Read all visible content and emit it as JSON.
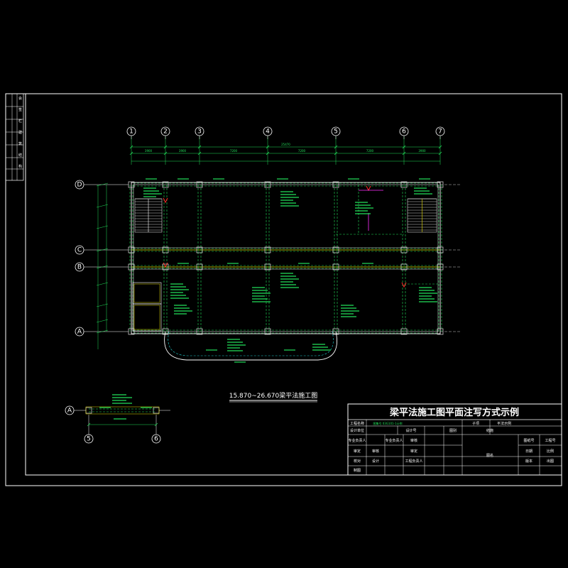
{
  "drawing": {
    "plan_title": "15.870~26.670梁平法施工图",
    "sub_title": "",
    "grid_axes_columns": [
      "1",
      "2",
      "3",
      "4",
      "5",
      "6",
      "7"
    ],
    "grid_axes_rows": [
      "D",
      "C",
      "B",
      "A"
    ],
    "detail_axes_columns": [
      "5",
      "6"
    ],
    "detail_axes_rows": [
      "A"
    ],
    "overall_dim": "25470",
    "span_dims": [
      "3900",
      "3900",
      "7200",
      "7200",
      "7200",
      "3900"
    ],
    "colors": {
      "background": "#000000",
      "lines": "#ffffff",
      "beam": "#22e05a",
      "dim": "#22e05a",
      "column": "#c8c8c8",
      "highlight": "#ff2a2a",
      "accent": "#ff30ff",
      "yellow": "#e8e000",
      "cyan": "#20d0d0"
    }
  },
  "title_block": {
    "main_title": "梁平法施工图平面注写方式示例",
    "row1": [
      "工程名称",
      "图集号 03G101-1示例",
      "子项",
      "平法示例"
    ],
    "row2": [
      "设计单位",
      "设计号",
      "图别",
      "结施"
    ],
    "left_cells": [
      "专业负责人",
      "专业负责人",
      "审核",
      "审定",
      "审核",
      "审定",
      "校对",
      "设计",
      "工程负责人",
      "制图"
    ],
    "right_cells": [
      "图纸号",
      "工程号",
      "日期",
      "比例",
      "版本",
      "出图"
    ],
    "stamp": "图名"
  },
  "side_strip": {
    "labels": [
      "会",
      "签",
      "栏",
      "建",
      "筑",
      "结",
      "构"
    ]
  }
}
